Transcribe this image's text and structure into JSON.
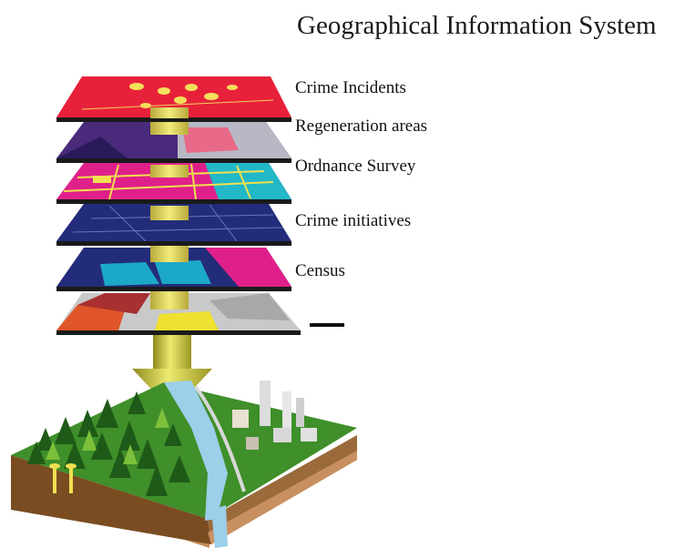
{
  "title": "Geographical Information System",
  "layers": [
    {
      "label": "Crime Incidents"
    },
    {
      "label": "Regeneration areas"
    },
    {
      "label": "Ordnance Survey"
    },
    {
      "label": "Crime initiatives"
    },
    {
      "label": "Census"
    },
    {
      "label": ""
    }
  ],
  "colors": {
    "crime_incidents": "#e8213a",
    "regeneration": "#5a2a7a",
    "ordnance": "#e0208a",
    "initiatives": "#232c7a",
    "census": "#1ca8c8",
    "base_layer": "#c9c9c9",
    "connector": "#e6e05a",
    "arrow": "#c8c830",
    "terrain_green": "#3f8f2a",
    "soil": "#8a5a2a",
    "river": "#9ccfe8"
  }
}
